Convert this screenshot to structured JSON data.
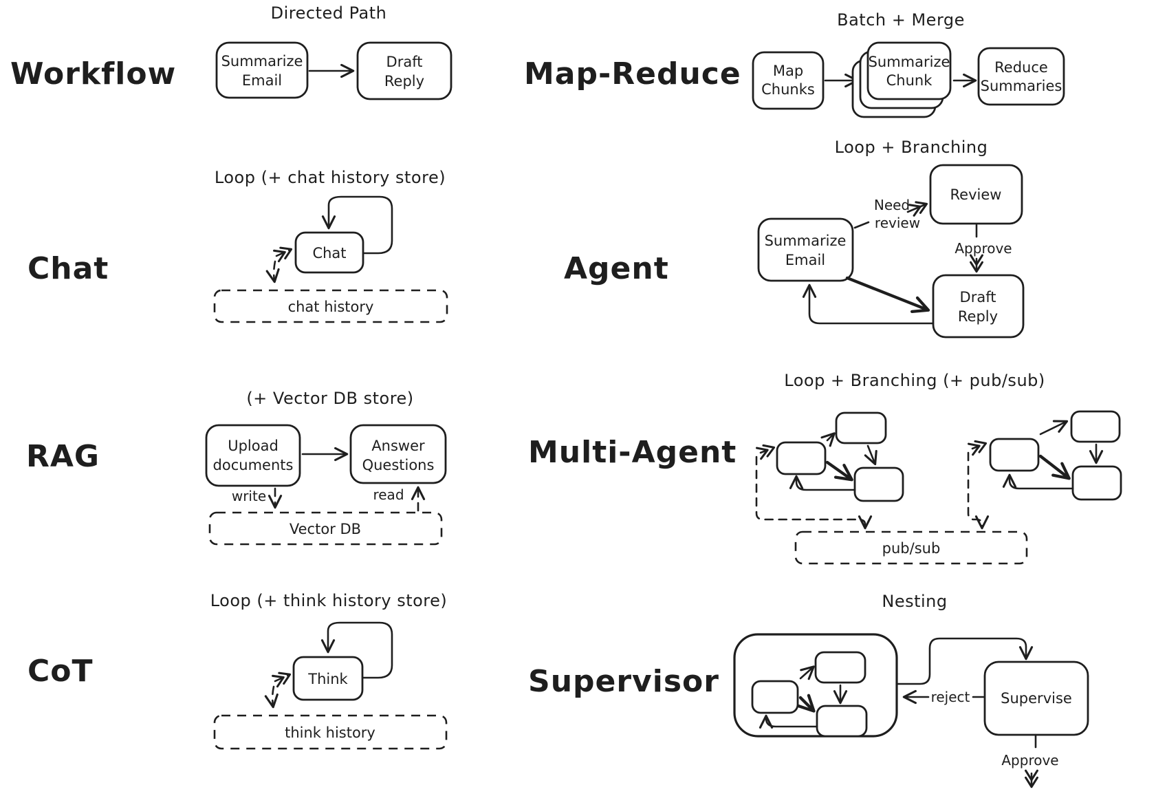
{
  "colors": {
    "ink": "#1e1e1e",
    "background": "#ffffff"
  },
  "sections": {
    "workflow": {
      "label": "Workflow",
      "title": "Directed Path",
      "node_summarize_email": [
        "Summarize",
        "Email"
      ],
      "node_draft_reply": [
        "Draft",
        "Reply"
      ]
    },
    "map_reduce": {
      "label": "Map-Reduce",
      "title": "Batch + Merge",
      "node_map_chunks": [
        "Map",
        "Chunks"
      ],
      "node_summarize_chunk": [
        "Summarize",
        "Chunk"
      ],
      "node_reduce_summaries": [
        "Reduce",
        "Summaries"
      ]
    },
    "chat": {
      "label": "Chat",
      "title": "Loop (+ chat history store)",
      "node_chat": "Chat",
      "store": "chat history"
    },
    "agent": {
      "label": "Agent",
      "title": "Loop + Branching",
      "node_summarize_email": [
        "Summarize",
        "Email"
      ],
      "node_review": "Review",
      "node_draft_reply": [
        "Draft",
        "Reply"
      ],
      "edge_need_review": [
        "Need",
        "review"
      ],
      "edge_approve": "Approve"
    },
    "rag": {
      "label": "RAG",
      "title": "(+ Vector DB store)",
      "node_upload": [
        "Upload",
        "documents"
      ],
      "node_answer": [
        "Answer",
        "Questions"
      ],
      "edge_write": "write",
      "edge_read": "read",
      "store": "Vector DB"
    },
    "multi_agent": {
      "label": "Multi-Agent",
      "title": "Loop + Branching (+ pub/sub)",
      "store": "pub/sub"
    },
    "cot": {
      "label": "CoT",
      "title": "Loop (+ think history store)",
      "node_think": "Think",
      "store": "think history"
    },
    "supervisor": {
      "label": "Supervisor",
      "title": "Nesting",
      "node_supervise": "Supervise",
      "edge_reject": "reject",
      "edge_approve": "Approve"
    }
  }
}
